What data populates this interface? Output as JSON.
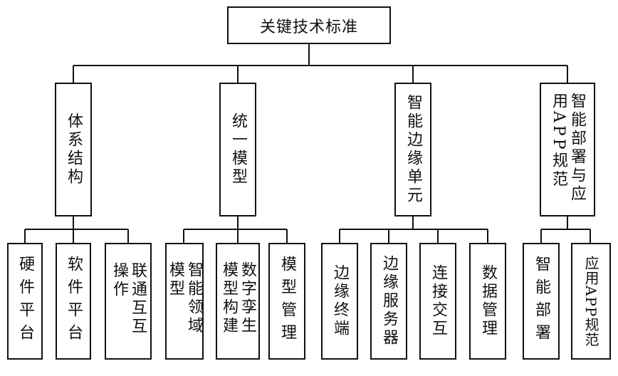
{
  "root": {
    "label": "关键技术标准"
  },
  "groups": [
    {
      "label": "体系结构",
      "children": [
        "硬件平台",
        "软件平台",
        "联通互互操作"
      ]
    },
    {
      "label": "统一模型",
      "children": [
        "智能领域模型",
        "数字孪生模型构建",
        "模型管理"
      ]
    },
    {
      "label": "智能边缘单元",
      "children": [
        "边缘终端",
        "边缘服务器",
        "连接交互",
        "数据管理"
      ]
    },
    {
      "label": "智能部署与应用APP规范",
      "children": [
        "智能部署",
        "应用APP规范"
      ]
    }
  ]
}
